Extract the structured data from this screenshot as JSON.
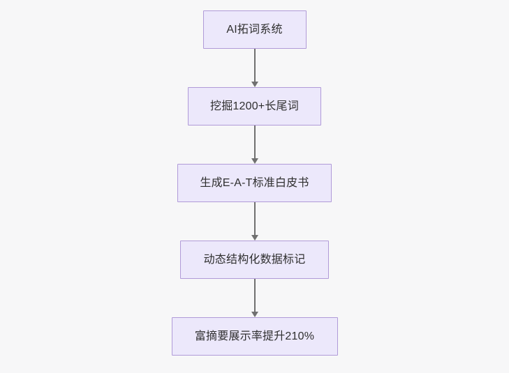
{
  "diagram": {
    "type": "flowchart",
    "orientation": "top-to-bottom",
    "background_color": "#f7f7f8",
    "node_fill_color": "#ece8fb",
    "node_border_color": "#b09ad8",
    "node_text_color": "#2f2f2f",
    "connector_color": "#707070",
    "nodes": [
      {
        "id": "n1",
        "label": "AI拓词系统"
      },
      {
        "id": "n2",
        "label": "挖掘1200+长尾词"
      },
      {
        "id": "n3",
        "label": "生成E-A-T标准白皮书"
      },
      {
        "id": "n4",
        "label": "动态结构化数据标记"
      },
      {
        "id": "n5",
        "label": "富摘要展示率提升210%"
      }
    ],
    "edges": [
      {
        "from": "n1",
        "to": "n2",
        "arrow": "arrow-down-icon"
      },
      {
        "from": "n2",
        "to": "n3",
        "arrow": "arrow-down-icon"
      },
      {
        "from": "n3",
        "to": "n4",
        "arrow": "arrow-down-icon"
      },
      {
        "from": "n4",
        "to": "n5",
        "arrow": "arrow-down-icon"
      }
    ]
  }
}
